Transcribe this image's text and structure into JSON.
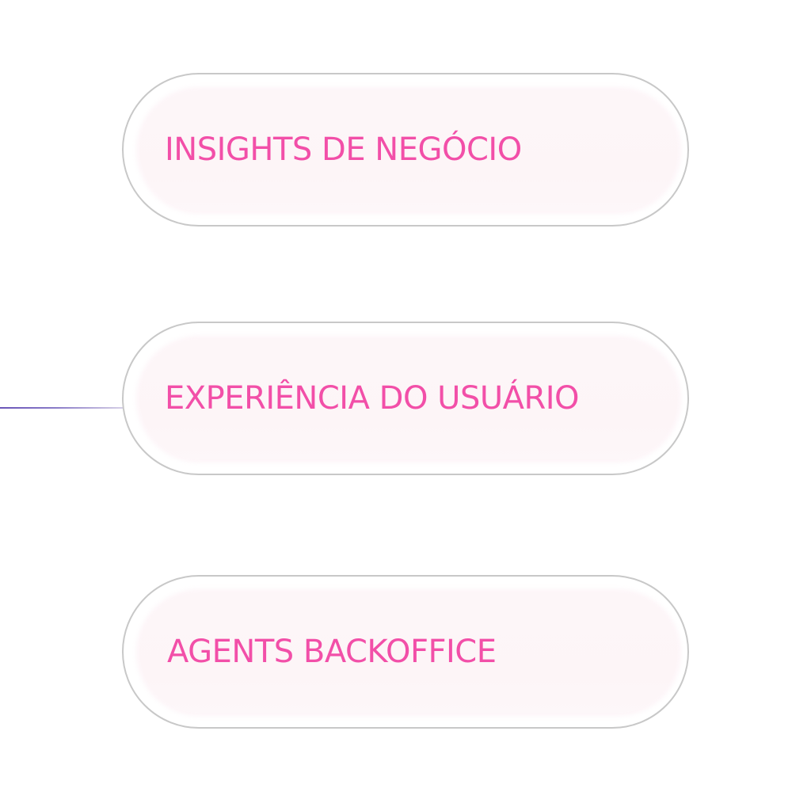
{
  "colors": {
    "label_text": "#f24fa8",
    "pill_border": "#c8c8c8",
    "pill_fill": "#fdf5f7",
    "connector": "#6a55b8"
  },
  "items": [
    {
      "label": "INSIGHTS DE NEGÓCIO"
    },
    {
      "label": "EXPERIÊNCIA DO USUÁRIO"
    },
    {
      "label": "AGENTS BACKOFFICE"
    }
  ]
}
